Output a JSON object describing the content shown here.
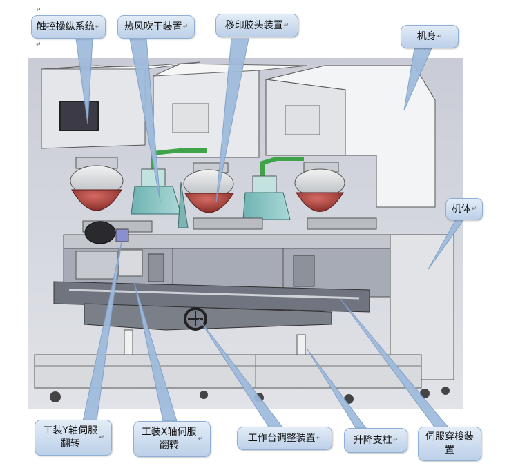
{
  "callouts": {
    "touch_control": "触控操纵系统",
    "hot_air_dryer": "热风吹干装置",
    "pad_head": "移印胶头装置",
    "machine_body": "机身",
    "machine_base": "机体",
    "y_axis_flip": "工装Y轴伺服翻转",
    "x_axis_flip": "工装X轴伺服翻转",
    "table_adjust": "工作台调整装置",
    "lift_column": "升降支柱",
    "servo_shuttle": "伺服穿梭装置"
  },
  "paragraph_mark": "↵",
  "colors": {
    "callout_fill": "#cfdcee",
    "callout_border": "#8fb0d6",
    "render_bg": "#d6d9e2",
    "machine_light": "#e9ebee",
    "dome_red": "#a83a36",
    "dryer_teal": "#8fc7c6",
    "pipe_green": "#3fa34a"
  }
}
